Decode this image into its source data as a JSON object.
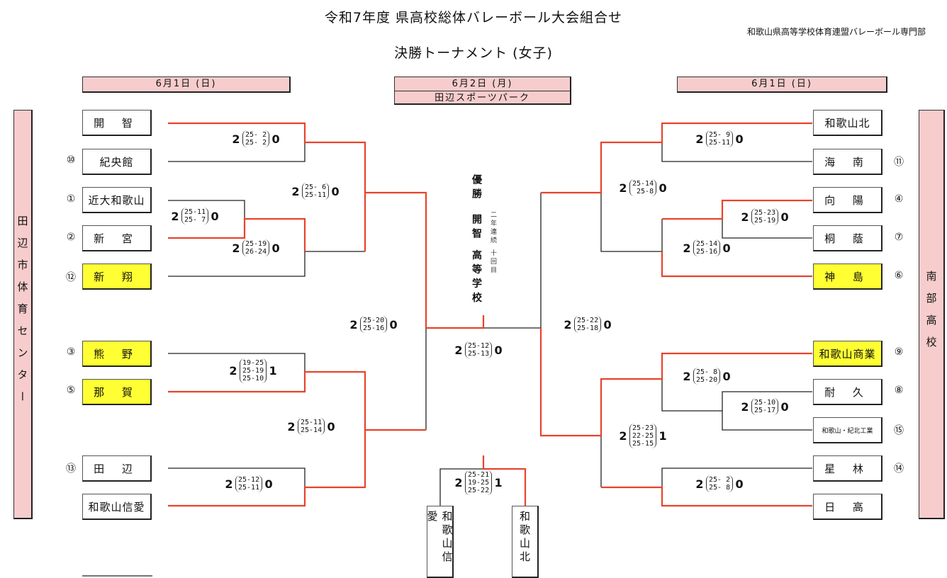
{
  "header": {
    "title": "令和7年度 県高校総体バレーボール大会組合せ",
    "subtitle": "決勝トーナメント (女子)",
    "org": "和歌山県高等学校体育連盟バレーボール専門部"
  },
  "dates": {
    "left": "6月1日 (日)",
    "center": "6月2日 (月)",
    "center_venue": "田辺スポーツパーク",
    "right": "6月1日 (日)"
  },
  "venues": {
    "left": "田辺市体育センター",
    "right": "南部高校"
  },
  "colors": {
    "win_line": "#e8432b",
    "venue_bg": "#f7cccc",
    "highlight": "#ffff33"
  },
  "left_teams": [
    {
      "seed": "",
      "name": "開 智"
    },
    {
      "seed": "⑩",
      "name": "紀央館"
    },
    {
      "seed": "①",
      "name": "近大和歌山"
    },
    {
      "seed": "②",
      "name": "新 宮"
    },
    {
      "seed": "⑫",
      "name": "新 翔"
    },
    {
      "seed": "③",
      "name": "熊 野"
    },
    {
      "seed": "⑤",
      "name": "那 賀"
    },
    {
      "seed": "⑬",
      "name": "田 辺"
    },
    {
      "seed": "",
      "name": "和歌山信愛"
    }
  ],
  "right_teams": [
    {
      "seed": "",
      "name": "和歌山北"
    },
    {
      "seed": "⑪",
      "name": "海 南"
    },
    {
      "seed": "④",
      "name": "向 陽"
    },
    {
      "seed": "⑦",
      "name": "桐 蔭"
    },
    {
      "seed": "⑥",
      "name": "神 島"
    },
    {
      "seed": "⑨",
      "name": "和歌山商業"
    },
    {
      "seed": "⑧",
      "name": "耐 久"
    },
    {
      "seed": "⑮",
      "name": "和歌山・紀北工業"
    },
    {
      "seed": "⑭",
      "name": "星 林"
    },
    {
      "seed": "",
      "name": "日 高"
    }
  ],
  "scores": {
    "l1": {
      "w": "2",
      "l": "0",
      "sets": [
        "25- 2",
        "25- 2"
      ]
    },
    "l2": {
      "w": "2",
      "l": "0",
      "sets": [
        "25-11",
        "25- 7"
      ]
    },
    "l3": {
      "w": "2",
      "l": "0",
      "sets": [
        "25-19",
        "26-24"
      ]
    },
    "l4": {
      "w": "2",
      "l": "0",
      "sets": [
        "25- 6",
        "25-11"
      ]
    },
    "l5": {
      "w": "2",
      "l": "1",
      "sets": [
        "19-25",
        "25-19",
        "25-10"
      ]
    },
    "l6": {
      "w": "2",
      "l": "0",
      "sets": [
        "25-12",
        "25-11"
      ]
    },
    "l7": {
      "w": "2",
      "l": "0",
      "sets": [
        "25-11",
        "25-14"
      ]
    },
    "l8": {
      "w": "2",
      "l": "0",
      "sets": [
        "25-20",
        "25-16"
      ]
    },
    "r1": {
      "w": "2",
      "l": "0",
      "sets": [
        "25- 9",
        "25-11"
      ]
    },
    "r2": {
      "w": "2",
      "l": "0",
      "sets": [
        "25-23",
        "25-19"
      ]
    },
    "r3": {
      "w": "2",
      "l": "0",
      "sets": [
        "25-14",
        "25-16"
      ]
    },
    "r4": {
      "w": "2",
      "l": "0",
      "sets": [
        "25-14",
        "25-8"
      ]
    },
    "r5": {
      "w": "2",
      "l": "0",
      "sets": [
        "25- 8",
        "25-20"
      ]
    },
    "r6": {
      "w": "2",
      "l": "0",
      "sets": [
        "25-10",
        "25-17"
      ]
    },
    "r7": {
      "w": "2",
      "l": "1",
      "sets": [
        "25-23",
        "22-25",
        "25-15"
      ]
    },
    "r8": {
      "w": "2",
      "l": "0",
      "sets": [
        "25- 2",
        "25- 8"
      ]
    },
    "r9": {
      "w": "2",
      "l": "0",
      "sets": [
        "25-22",
        "25-18"
      ]
    },
    "final": {
      "w": "2",
      "l": "0",
      "sets": [
        "25-12",
        "25-13"
      ]
    },
    "third": {
      "w": "2",
      "l": "1",
      "sets": [
        "25-21",
        "19-25",
        "25-22"
      ]
    }
  },
  "champion": {
    "label": "優勝",
    "school": "開智 高等学校",
    "note": "二年連続 十回目"
  },
  "third_place": {
    "left": "和歌山信愛",
    "right": "和歌山北"
  }
}
